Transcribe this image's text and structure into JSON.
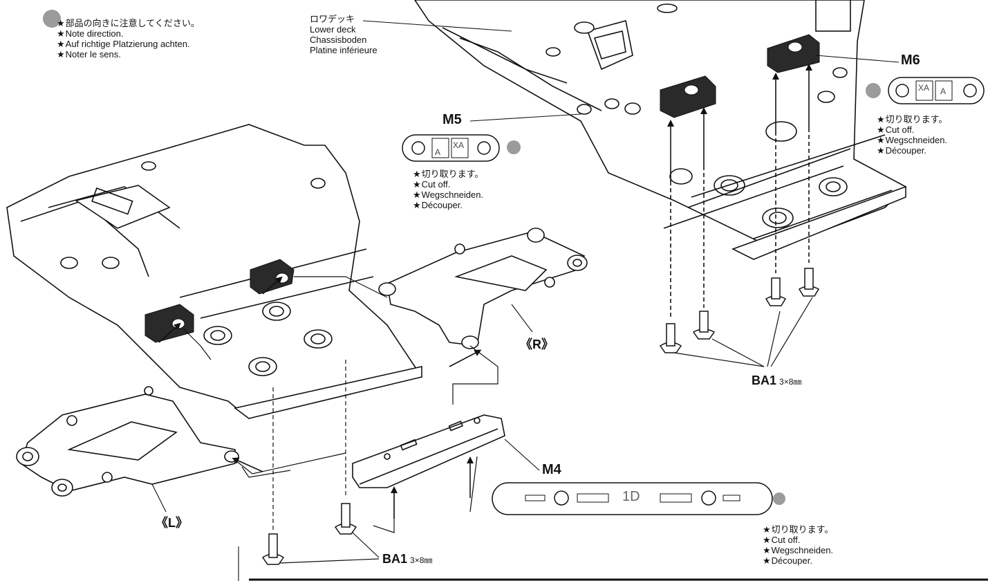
{
  "direction_note": {
    "lines": [
      "部品の向きに注意してください。",
      "Note direction.",
      "Auf richtige Platzierung achten.",
      "Noter le sens."
    ]
  },
  "lower_deck": {
    "lines": [
      "ロワデッキ",
      "Lower deck",
      "Chassisboden",
      "Platine inférieure"
    ]
  },
  "parts": {
    "m4": "M4",
    "m5": "M5",
    "m6": "M6",
    "left_arm": "《L》",
    "right_arm": "《R》",
    "tag_1d": "1D",
    "tag_a": "A",
    "tag_xa": "XA"
  },
  "cut_off_note": {
    "lines": [
      "切り取ります。",
      "Cut off.",
      "Wegschneiden.",
      "Découper."
    ]
  },
  "screws": {
    "name": "BA1",
    "size": "3×8㎜"
  },
  "colors": {
    "line": "#111111",
    "part_fill": "#ffffff",
    "dark_part": "#2a2a2a",
    "cut_marker": "#9b9b9b"
  }
}
